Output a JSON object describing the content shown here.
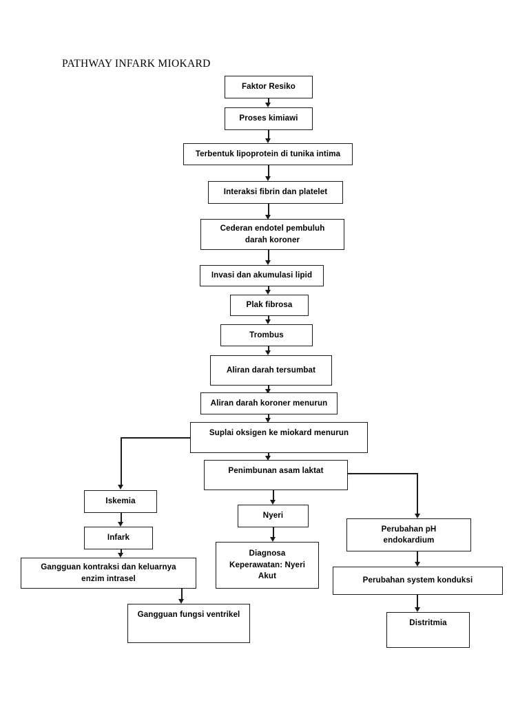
{
  "document": {
    "title": "PATHWAY INFARK MIOKARD",
    "type": "flowchart",
    "language": "Indonesian",
    "background_color": "#ffffff",
    "line_color": "#1a1a1a",
    "box_fill": "#ffffff"
  },
  "nodes": {
    "faktor_resiko": "Faktor Resiko",
    "proses_kimiawi": "Proses kimiawi",
    "lipoprotein": "Terbentuk lipoprotein di tunika intima",
    "interaksi_fibrin": "Interaksi fibrin dan platelet",
    "cederan_endotel": "Cederan endotel pembuluh\ndarah koroner",
    "invasi_lipid": "Invasi dan akumulasi lipid",
    "plak_fibrosa": "Plak fibrosa",
    "trombus": "Trombus",
    "aliran_tersumbat": "Aliran darah tersumbat",
    "aliran_koroner_menurun": "Aliran darah koroner menurun",
    "suplai_oksigen": "Suplai oksigen ke miokard menurun",
    "penimbunan_laktat": "Penimbunan asam laktat",
    "iskemia": "Iskemia",
    "infark": "Infark",
    "gangguan_kontraksi": "Gangguan kontraksi dan keluarnya\nenzim intrasel",
    "gangguan_ventrikel": "Gangguan fungsi ventrikel",
    "nyeri": "Nyeri",
    "diagnosa_nyeri": "Diagnosa\nKeperawatan: Nyeri\nAkut",
    "perubahan_ph": "Perubahan pH\nendokardium",
    "perubahan_konduksi": "Perubahan system konduksi",
    "distritmia": "Distritmia"
  }
}
